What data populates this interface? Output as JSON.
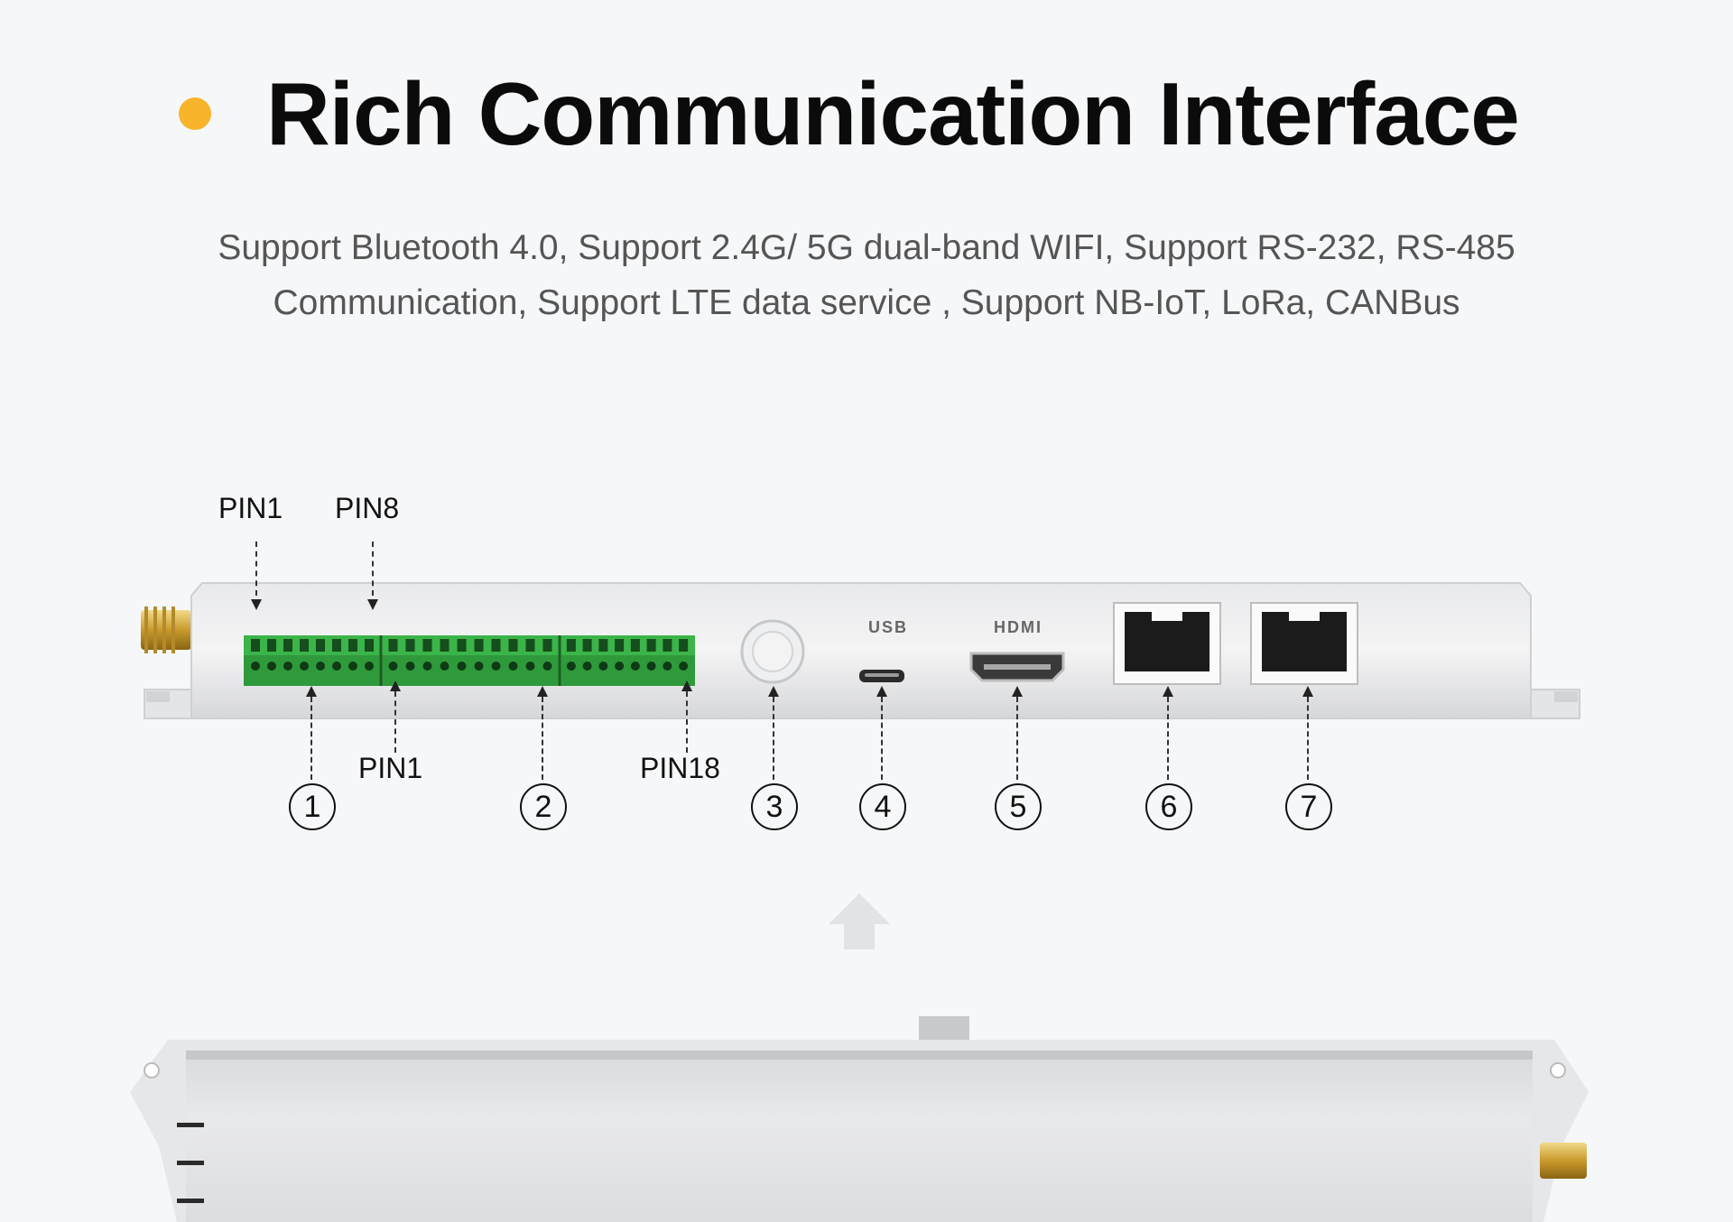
{
  "header": {
    "title": "Rich Communication Interface",
    "subtitle_line1": "Support Bluetooth 4.0, Support 2.4G/ 5G dual-band WIFI, Support RS-232, RS-485",
    "subtitle_line2": "Communication, Support LTE data service , Support NB-IoT, LoRa, CANBus",
    "accent_color": "#f8b42a"
  },
  "top_pins": {
    "left": "PIN1",
    "right": "PIN8"
  },
  "bottom_pins": {
    "left": "PIN1",
    "right": "PIN18"
  },
  "port_labels": {
    "usb": "USB",
    "hdmi": "HDMI"
  },
  "callouts": [
    "1",
    "2",
    "3",
    "4",
    "5",
    "6",
    "7"
  ],
  "icons": {
    "scroll_up": "arrow-up-icon",
    "antenna": "sma-antenna-icon"
  }
}
